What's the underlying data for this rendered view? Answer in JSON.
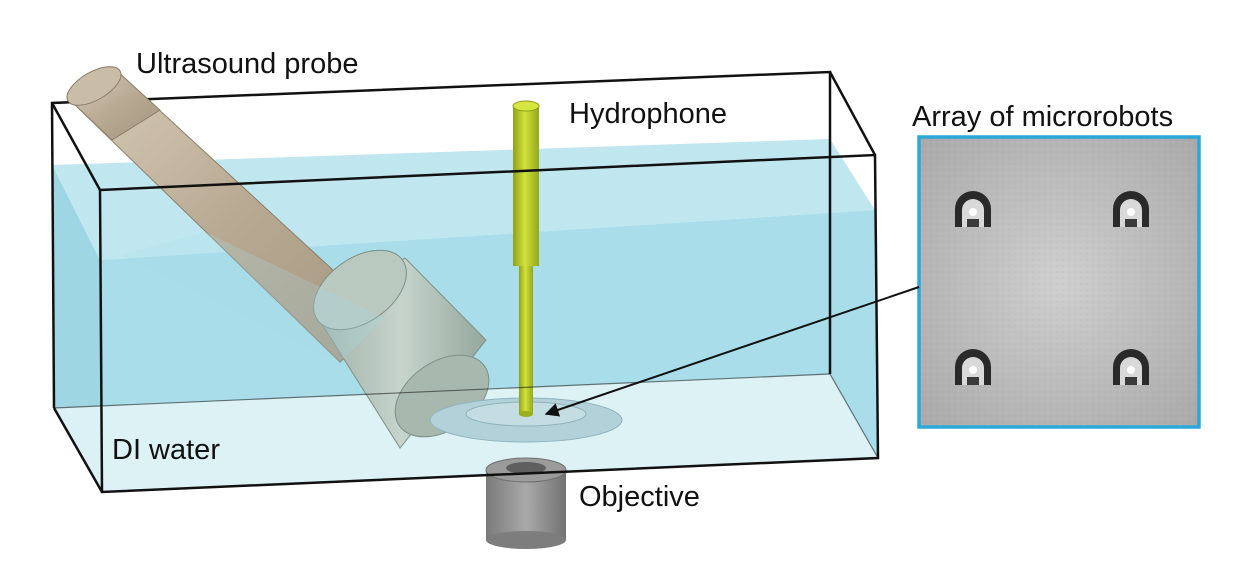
{
  "labels": {
    "ultrasound_probe": "Ultrasound probe",
    "hydrophone": "Hydrophone",
    "array": "Array of microrobots",
    "di_water": "DI water",
    "objective": "Objective"
  },
  "colors": {
    "water_side": "#a8dde9",
    "water_top": "#b9e4ee",
    "water_bottom": "#dff2f6",
    "tank_edge": "#111111",
    "probe_body": "#c8bba6",
    "transducer": "#aebfb6",
    "hydrophone": "#b8cc2a",
    "objective": "#8f8f8f",
    "inset_border": "#2ba8d8",
    "inset_bg": "#bdbdbd"
  },
  "icons": {
    "microrobot": "microrobot-icon"
  }
}
